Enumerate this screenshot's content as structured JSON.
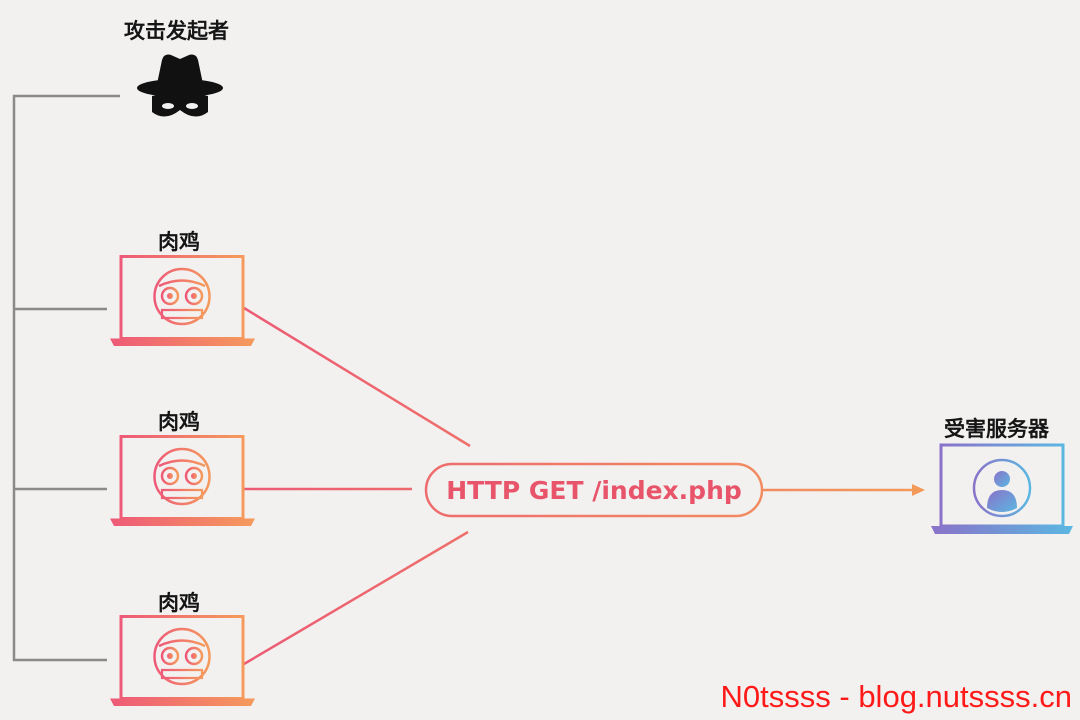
{
  "labels": {
    "attacker": "攻击发起者",
    "bots": [
      "肉鸡",
      "肉鸡",
      "肉鸡"
    ],
    "victim": "受害服务器"
  },
  "request": "HTTP GET /index.php",
  "watermark": "N0tssss - blog.nutssss.cn",
  "icons": {
    "attacker": "spy-hat-mask-icon",
    "bot": "robot-face-laptop-icon",
    "victim": "user-profile-laptop-icon"
  },
  "colors": {
    "gradient_start": "#ee5a78",
    "gradient_end": "#f59a5c",
    "victim_start": "#8a72c8",
    "victim_end": "#5bb7e2",
    "tree_line": "#8a8a8a",
    "watermark": "#ff1a1a"
  }
}
